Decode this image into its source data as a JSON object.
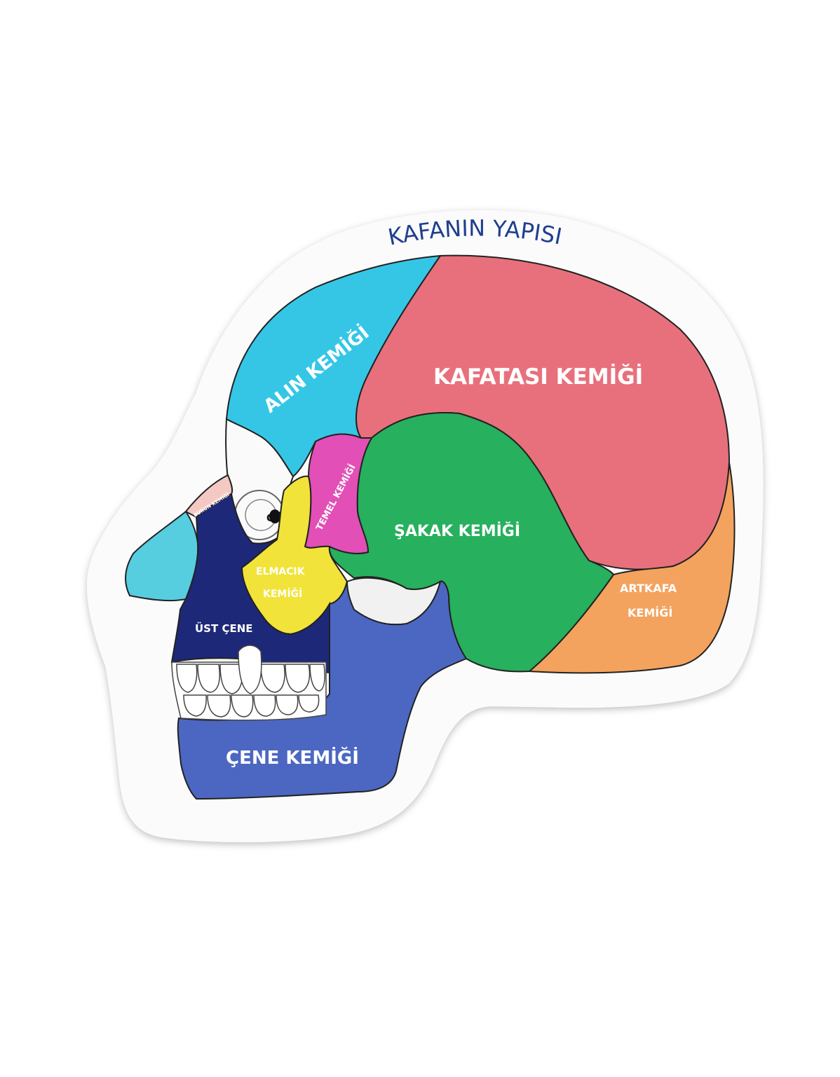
{
  "title": "KAFANIN YAPISI",
  "bones": {
    "alin": {
      "label": "ALIN KEMİĞİ",
      "color": "#35c6e6"
    },
    "kafatasi": {
      "label": "KAFATASI KEMİĞİ",
      "color": "#e8707c"
    },
    "temel": {
      "label": "TEMEL KEMİĞİ",
      "color": "#e24fb6"
    },
    "sakak": {
      "label": "ŞAKAK KEMİĞİ",
      "color": "#27b05d"
    },
    "artkafa": {
      "label_line1": "ARTKAFA",
      "label_line2": "KEMİĞİ",
      "color": "#f3a35e"
    },
    "elmacik": {
      "label_line1": "ELMACIK",
      "label_line2": "KEMİĞİ",
      "color": "#f1e33a"
    },
    "ust_cene": {
      "label": "ÜST ÇENE",
      "color": "#1d2878"
    },
    "cene": {
      "label": "ÇENE KEMİĞİ",
      "color": "#4c67c2"
    },
    "burun": {
      "label": "BURUN KEMİĞİ",
      "color": "#f4c9c4"
    },
    "goz": {
      "label": "GÖZ"
    },
    "nose_cartilage": {
      "color": "#57cde0"
    }
  },
  "board_color": "#fbfbfb"
}
